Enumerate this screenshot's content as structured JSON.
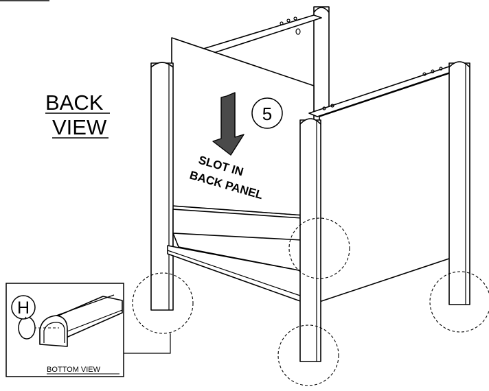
{
  "labels": {
    "back_view_line1": "BACK",
    "back_view_line2": "VIEW",
    "step_number": "5",
    "slot_line1": "SLOT IN",
    "slot_line2": "BACK PANEL",
    "detail_letter": "H",
    "detail_caption": "BOTTOM VIEW"
  },
  "colors": {
    "ink": "#000000",
    "paper": "#ffffff",
    "arrow_fill": "#4a4a4a"
  }
}
